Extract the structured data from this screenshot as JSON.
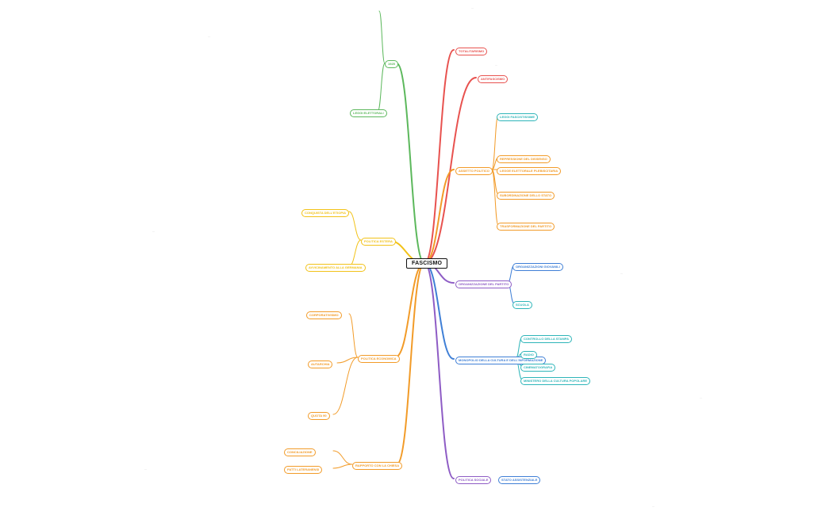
{
  "central": "FASCISMO",
  "colors": {
    "red": "#e8524f",
    "orange": "#f29b28",
    "yellow": "#f2c218",
    "green": "#5cb85c",
    "teal": "#2eb5b9",
    "blue": "#3f7fd6",
    "purple": "#8e5cc5",
    "gray": "#8a8a8a"
  },
  "topics": [
    {
      "id": "t0",
      "label": "TOTALITARISMO",
      "color": "red"
    },
    {
      "id": "t1",
      "label": "ANTIFASCISMO",
      "color": "red"
    },
    {
      "id": "t2",
      "label": "ASSETTO POLITICO",
      "color": "orange"
    },
    {
      "id": "t3",
      "label": "1925",
      "color": "green"
    },
    {
      "id": "t4",
      "label": "POLITICA ESTERA",
      "color": "yellow"
    },
    {
      "id": "t5",
      "label": "POLITICA ECONOMICA",
      "color": "orange"
    },
    {
      "id": "t6",
      "label": "RAPPORTO CON LA CHIESA",
      "color": "orange"
    },
    {
      "id": "t7",
      "label": "ORGANIZZAZIONE DEL PARTITO",
      "color": "purple"
    },
    {
      "id": "t8",
      "label": "MONOPOLIO DELLA CULTURA E DELL'INFORMAZIONE",
      "color": "blue"
    },
    {
      "id": "t9",
      "label": "POLITICA SOCIALE",
      "color": "purple"
    }
  ],
  "subtopics": [
    {
      "id": "s0",
      "label": "LEGGI FASCISTISSIME",
      "color": "teal"
    },
    {
      "id": "s1",
      "label": "LEGGI ELETTORALI",
      "color": "green"
    },
    {
      "id": "s2",
      "label": "REPRESSIONE DEL DISSENSO",
      "color": "orange"
    },
    {
      "id": "s3",
      "label": "LEGGE ELETTORALE PLEBISCITARIA",
      "color": "orange"
    },
    {
      "id": "s4",
      "label": "SUBORDINAZIONE DELLO STATO",
      "color": "orange"
    },
    {
      "id": "s5",
      "label": "TRASFORMAZIONE DEL PARTITO",
      "color": "orange"
    },
    {
      "id": "s6",
      "label": "ORGANIZZAZIONI GIOVANILI",
      "color": "blue"
    },
    {
      "id": "s7",
      "label": "SCUOLA",
      "color": "teal"
    },
    {
      "id": "s8",
      "label": "CONTROLLO DELLA STAMPA",
      "color": "teal"
    },
    {
      "id": "s9",
      "label": "RADIO",
      "color": "teal"
    },
    {
      "id": "s10",
      "label": "CINEMATOGRAFIA",
      "color": "teal"
    },
    {
      "id": "s11",
      "label": "MINISTERO DELLA CULTURA POPOLARE",
      "color": "teal"
    },
    {
      "id": "s12",
      "label": "STATO ASSISTENZIALE",
      "color": "blue"
    },
    {
      "id": "s13",
      "label": "CONCILIAZIONE",
      "color": "orange"
    },
    {
      "id": "s14",
      "label": "PATTI LATERANENSI",
      "color": "orange"
    },
    {
      "id": "s15",
      "label": "AUTARCHIA",
      "color": "orange"
    },
    {
      "id": "s16",
      "label": "QUOTA 90",
      "color": "orange"
    },
    {
      "id": "s17",
      "label": "CORPORATIVISMO",
      "color": "orange"
    },
    {
      "id": "s18",
      "label": "AVVICINAMENTO ALLA GERMANIA",
      "color": "yellow"
    },
    {
      "id": "s19",
      "label": "CONQUISTA DELL'ETIOPIA",
      "color": "yellow"
    }
  ],
  "leaves": [
    "…",
    "…",
    "…",
    "…",
    "…",
    "…",
    "…",
    "…"
  ]
}
